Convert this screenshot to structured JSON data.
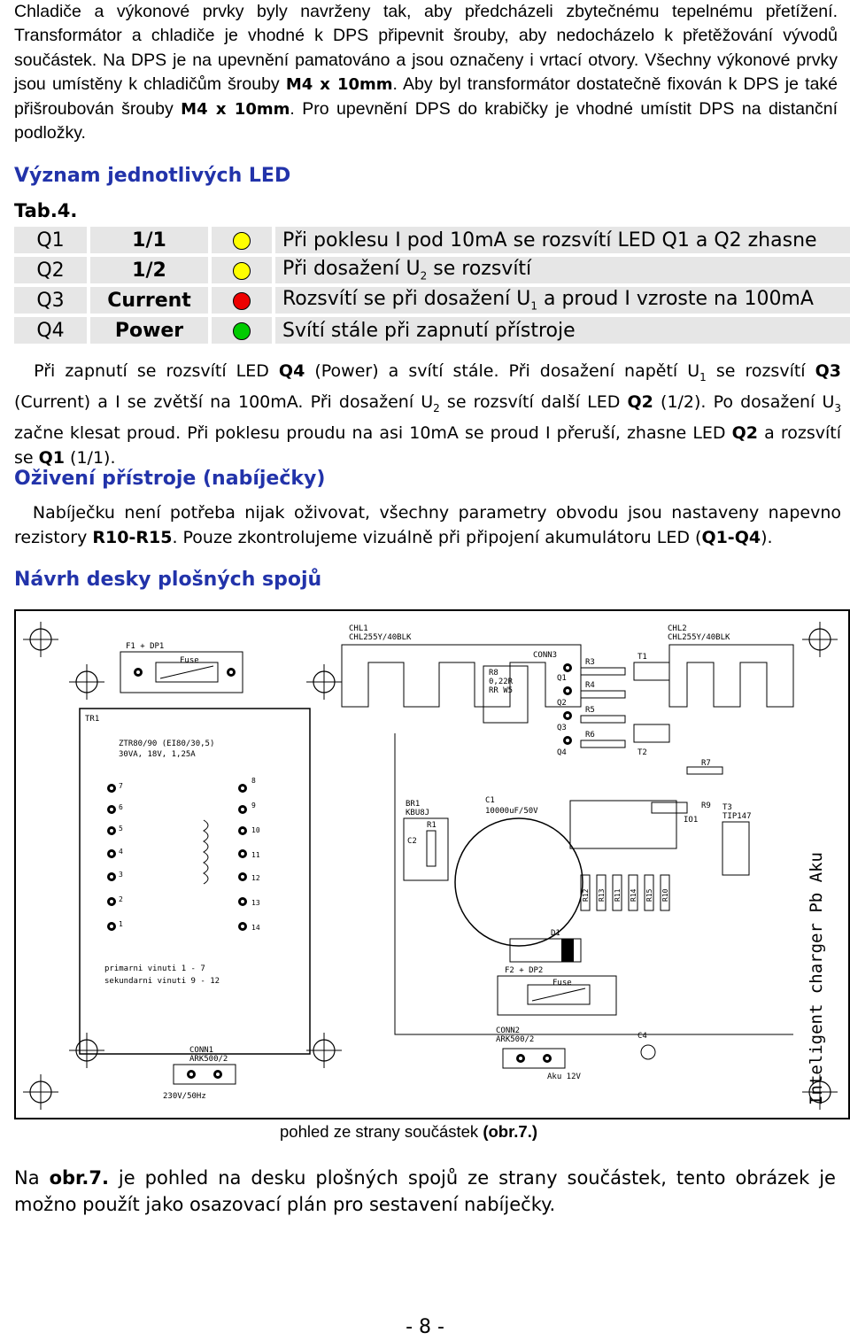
{
  "intro": {
    "t1": "Chladiče a výkonové prvky byly navrženy tak, aby předcházeli zbytečnému tepelnému přetížení. Transformátor a chladiče je vhodné k DPS připevnit šrouby, aby nedocházelo k přetěžování vývodů součástek. Na DPS je na upevnění pamatováno a jsou označeny i vrtací otvory. Všechny výkonové prvky jsou umístěny k chladičům šrouby ",
    "b1": "M4 x 10mm",
    "t2": ". Aby byl transformátor dostatečně fixován k DPS je také přišroubován šrouby ",
    "b2": "M4 x 10mm",
    "t3": ". Pro upevnění DPS do krabičky je vhodné umístit DPS na distanční podložky."
  },
  "heading_led": "Význam jednotlivých LED",
  "table_label": "Tab.4.",
  "led_rows": [
    {
      "id": "Q1",
      "name": "1/1",
      "color": "#ffff00",
      "desc": "Při poklesu I pod 10mA se rozsvítí LED Q1 a Q2 zhasne"
    },
    {
      "id": "Q2",
      "name": "1/2",
      "color": "#ffff00",
      "desc_a": "Při dosažení U",
      "sub": "2",
      "desc_b": " se rozsvítí"
    },
    {
      "id": "Q3",
      "name": "Current",
      "color": "#ee0000",
      "desc_a": "Rozsvítí se při dosažení U",
      "sub": "1",
      "desc_b": " a proud I vzroste na 100mA"
    },
    {
      "id": "Q4",
      "name": "Power",
      "color": "#00cc00",
      "desc": "Svítí stále při zapnutí přístroje"
    }
  ],
  "led_para": {
    "a": "Při zapnutí se rozsvítí LED ",
    "b": "Q4",
    "c": " (Power) a svítí stále. Při dosažení napětí U",
    "s1": "1",
    "d": " se rozsvítí ",
    "e": "Q3",
    "f": " (Current) a I se zvětší na 100mA. Při dosažení U",
    "s2": "2",
    "g": " se rozsvítí další LED ",
    "h": "Q2",
    "i": " (1/2). Po dosažení U",
    "s3": "3",
    "j": " začne klesat proud. Při poklesu proudu na asi 10mA se proud I přeruší, zhasne LED ",
    "k": "Q2",
    "l": " a rozsvítí se ",
    "m": "Q1",
    "n": " (1/1)."
  },
  "heading_ozveni": "Oživení přístroje (nabíječky)",
  "ozveni_para": {
    "a": "Nabíječku není potřeba nijak oživovat, všechny parametry obvodu jsou nastaveny napevno rezistory ",
    "b": "R10-R15",
    "c": ". Pouze zkontrolujeme vizuálně při připojení akumulátoru LED (",
    "d": "Q1-Q4",
    "e": ")."
  },
  "heading_pcb": "Návrh desky plošných spojů",
  "pcb": {
    "f1": "F1 + DP1",
    "fuse": "Fuse",
    "tr1": "TR1",
    "trafo1": "ZTR80/90 (EI80/30,5)",
    "trafo2": "30VA, 18V, 1,25A",
    "prim": "primarni vinuti  1 - 7",
    "sek": "sekundarni vinuti  9 - 12",
    "conn1": "CONN1",
    "ark1": "ARK500/2",
    "mains": "230V/50Hz",
    "chl1": "CHL1",
    "chl1v": "CHL255Y/40BLK",
    "chl2": "CHL2",
    "chl2v": "CHL255Y/40BLK",
    "conn3": "CONN3",
    "r8": "R8",
    "r8v": "0,22R",
    "r8w": "RR W5",
    "br1": "BR1",
    "br1v": "KBU8J",
    "c1": "C1",
    "c1v": "10000uF/50V",
    "c2": "C2",
    "r1": "R1",
    "d1": "D1",
    "f2": "F2 + DP2",
    "conn2": "CONN2",
    "ark2": "ARK500/2",
    "aku": "Aku  12V",
    "t1": "T1",
    "t2": "T2",
    "t3": "T3",
    "t3v": "TIP147",
    "io1": "IO1",
    "c4": "C4",
    "r7": "R7",
    "r9": "R9",
    "q1": "Q1",
    "q2": "Q2",
    "q3": "Q3",
    "q4": "Q4",
    "r3": "R3",
    "r4": "R4",
    "r5": "R5",
    "r6": "R6",
    "rrow": [
      "R12",
      "R13",
      "R11",
      "R14",
      "R15",
      "R10"
    ],
    "pinsl": [
      "7",
      "6",
      "5",
      "4",
      "3",
      "2",
      "1"
    ],
    "pinsr": [
      "8",
      "9",
      "10",
      "11",
      "12",
      "13",
      "14"
    ],
    "side": "Inteligent charger Pb Aku"
  },
  "caption": {
    "a": "pohled ze strany součástek ",
    "b": "(obr.7.)"
  },
  "closing": {
    "a": "Na ",
    "b": "obr.7.",
    "c": " je pohled na desku plošných spojů ze strany součástek, tento obrázek je možno použít jako osazovací plán pro sestavení nabíječky."
  },
  "page_number": "- 8 -"
}
